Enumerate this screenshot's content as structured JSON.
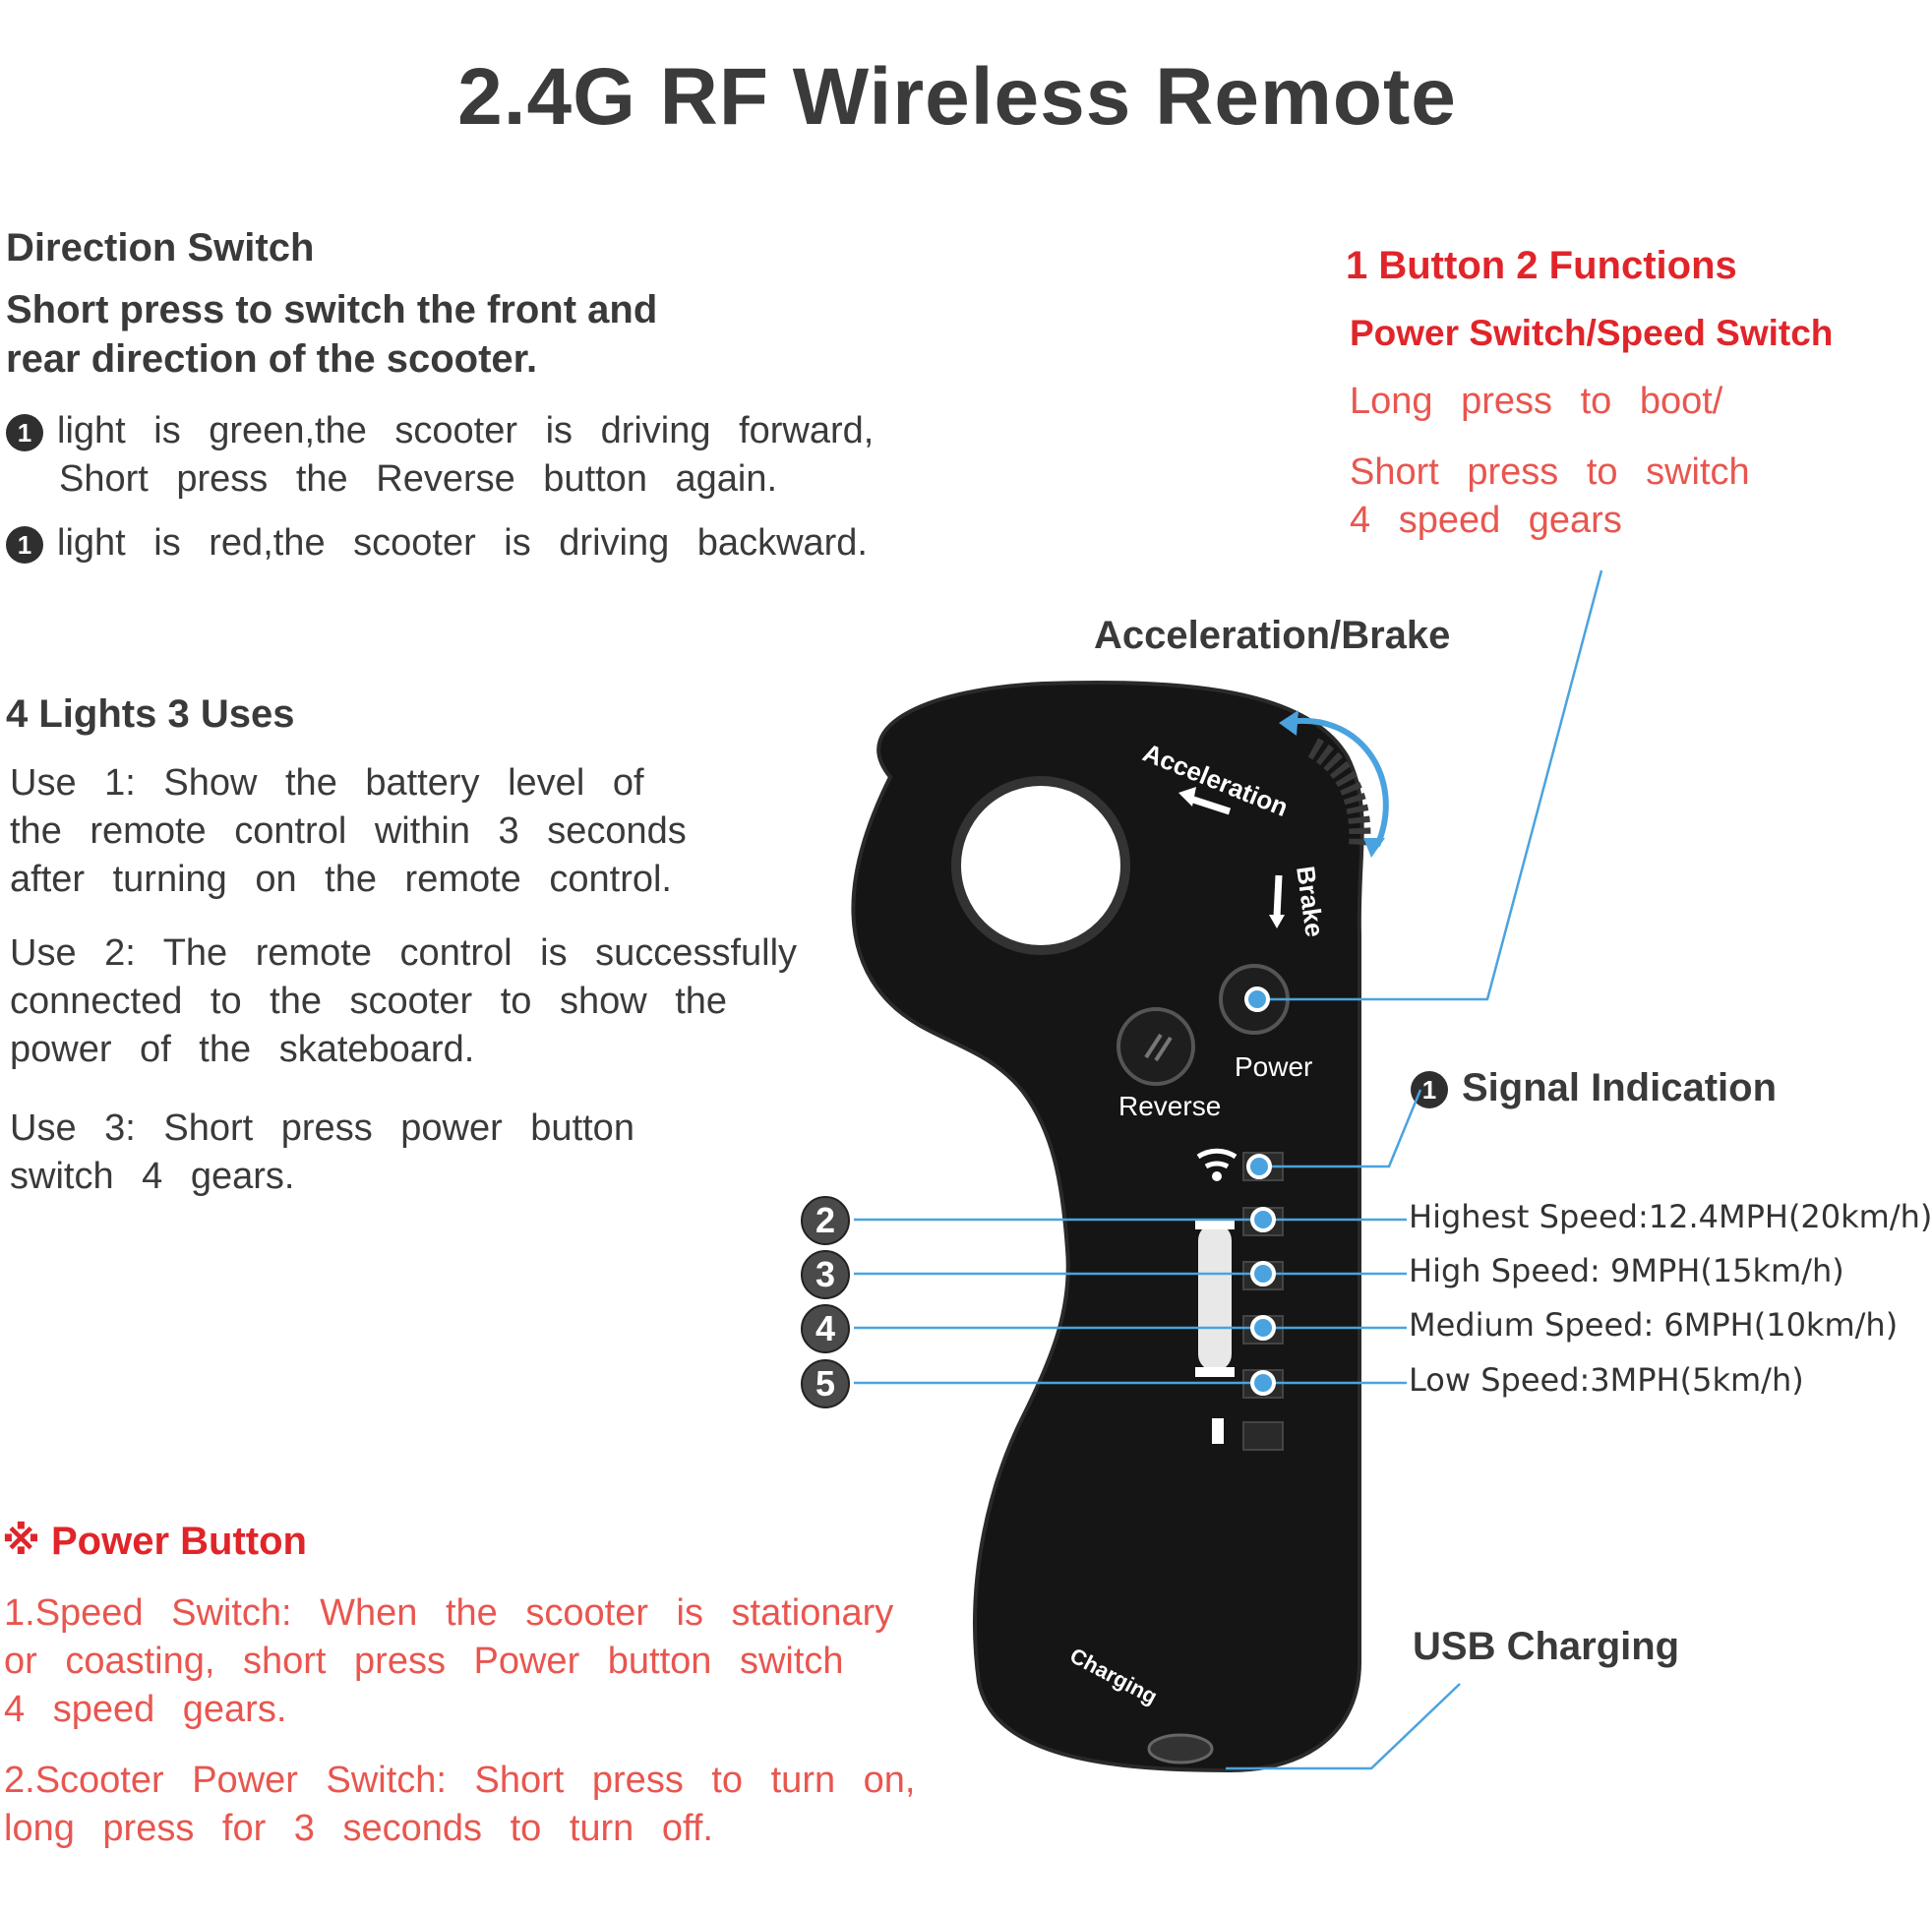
{
  "title": "2.4G RF Wireless Remote",
  "direction": {
    "heading": "Direction Switch",
    "desc_line1": "Short press to switch the front and",
    "desc_line2": "rear direction of the scooter.",
    "item1_badge": "1",
    "item1_line1": "light is green,the scooter is driving forward,",
    "item1_line2": "Short press the Reverse button again.",
    "item2_badge": "1",
    "item2_line1": "light is red,the scooter is driving backward."
  },
  "lights": {
    "heading": "4 Lights 3 Uses",
    "use1": [
      "Use 1: Show the battery level of",
      "the remote control within 3 seconds",
      "after turning on the remote control."
    ],
    "use2": [
      "Use 2: The remote control is successfully",
      "connected to the scooter to show the",
      "power of the skateboard."
    ],
    "use3": [
      "Use 3: Short press power button",
      "switch 4 gears."
    ]
  },
  "power_button": {
    "heading": "※ Power Button",
    "item1": [
      "1.Speed Switch: When the scooter is stationary",
      "or coasting, short press Power button switch",
      "4 speed gears."
    ],
    "item2": [
      "2.Scooter Power Switch: Short press to turn on,",
      "long press for 3 seconds to turn off."
    ]
  },
  "functions": {
    "heading": "1 Button 2 Functions",
    "subheading": "Power Switch/Speed Switch",
    "line1": "Long press to boot/",
    "line2": "Short press to switch",
    "line3": "4 speed gears"
  },
  "accel_brake": "Acceleration/Brake",
  "signal": {
    "badge": "1",
    "label": "Signal Indication"
  },
  "speeds": [
    {
      "badge": "2",
      "label": "Highest Speed:12.4MPH(20km/h)"
    },
    {
      "badge": "3",
      "label": "High Speed: 9MPH(15km/h)"
    },
    {
      "badge": "4",
      "label": "Medium Speed: 6MPH(10km/h)"
    },
    {
      "badge": "5",
      "label": "Low Speed:3MPH(5km/h)"
    }
  ],
  "usb": "USB Charging",
  "device": {
    "acceleration": "Acceleration",
    "brake": "Brake",
    "power": "Power",
    "reverse": "Reverse",
    "charging": "Charging"
  },
  "colors": {
    "red": "#e0252a",
    "callout_line": "#4aa3df",
    "device": "#151515"
  }
}
